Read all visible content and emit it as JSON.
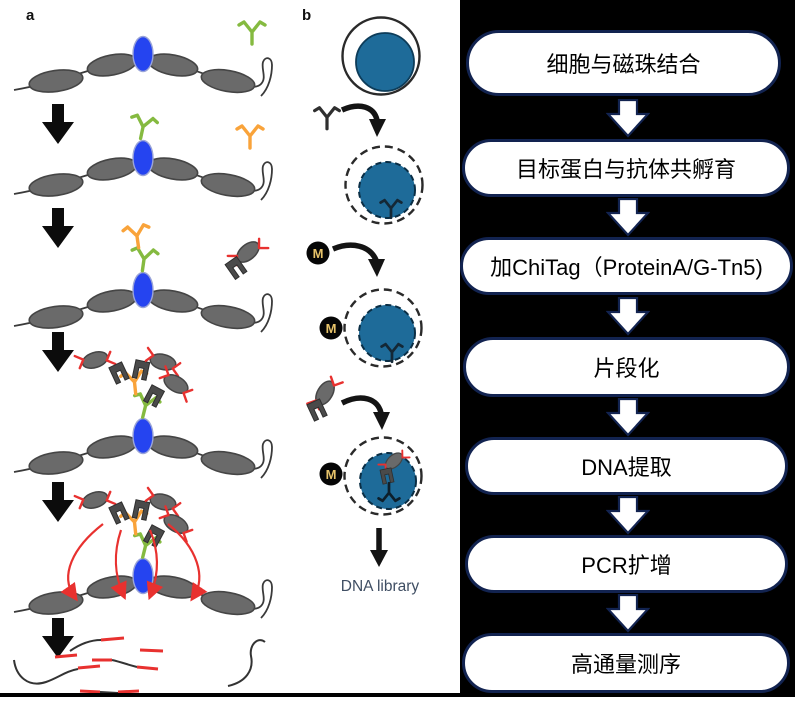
{
  "figure": {
    "panel_a_label": "a",
    "panel_b_label": "b",
    "bead_label": "M",
    "dna_library_caption": "DNA library"
  },
  "flowchart": {
    "steps": [
      "细胞与磁珠结合",
      "目标蛋白与抗体共孵育",
      "加ChiTag（ProteinA/G-Tn5)",
      "片段化",
      "DNA提取",
      "PCR扩增",
      "高通量测序"
    ]
  },
  "colors": {
    "primary_antibody_green": "#85ba40",
    "secondary_antibody_orange": "#f9a33a",
    "adapter_red": "#e8312f",
    "nucleosome_gray": "#6a6a6a",
    "target_nucleosome_blue": "#2544f0",
    "nucleus_blue": "#1e6b99",
    "flow_border_navy": "#122350",
    "flow_panel_bg": "#000000"
  }
}
